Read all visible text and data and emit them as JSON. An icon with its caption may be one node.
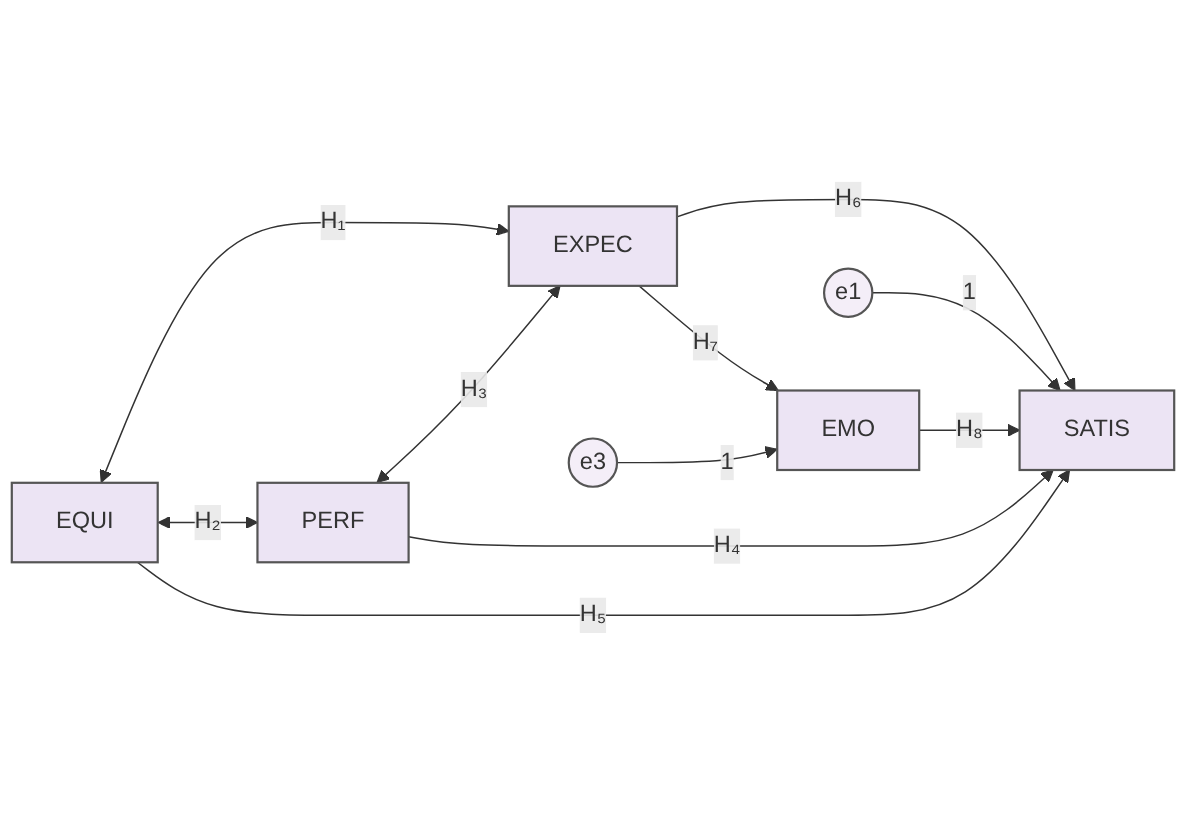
{
  "diagram": {
    "nodes": [
      {
        "text": [
          "EQUI"
        ]
      },
      {
        "text": [
          "PERF"
        ]
      },
      {
        "text": [
          "EXPEC"
        ]
      },
      {
        "text": [
          "SATIS"
        ]
      },
      {
        "text": [
          "EMO"
        ]
      },
      {
        "text": [
          "e1"
        ]
      },
      {
        "text": [
          "e3"
        ]
      }
    ],
    "edges": [
      {
        "from": 0,
        "to": 2,
        "arrow": "both",
        "label": "H₁"
      },
      {
        "from": 0,
        "to": 1,
        "arrow": "both",
        "label": "H₂"
      },
      {
        "from": 1,
        "to": 2,
        "arrow": "both",
        "label": "H₃"
      },
      {
        "from": 1,
        "to": 3,
        "arrow": "to",
        "label": "H₄"
      },
      {
        "from": 0,
        "to": 3,
        "arrow": "to",
        "label": "H₅"
      },
      {
        "from": 2,
        "to": 3,
        "arrow": "to",
        "label": "H₆"
      },
      {
        "from": 2,
        "to": 4,
        "arrow": "to",
        "label": "H₇"
      },
      {
        "from": 4,
        "to": 3,
        "arrow": "to",
        "label": "H₈"
      },
      {
        "from": 5,
        "to": 3,
        "arrow": "to",
        "label": "1"
      },
      {
        "from": 6,
        "to": 4,
        "arrow": "to",
        "label": "1"
      }
    ]
  }
}
